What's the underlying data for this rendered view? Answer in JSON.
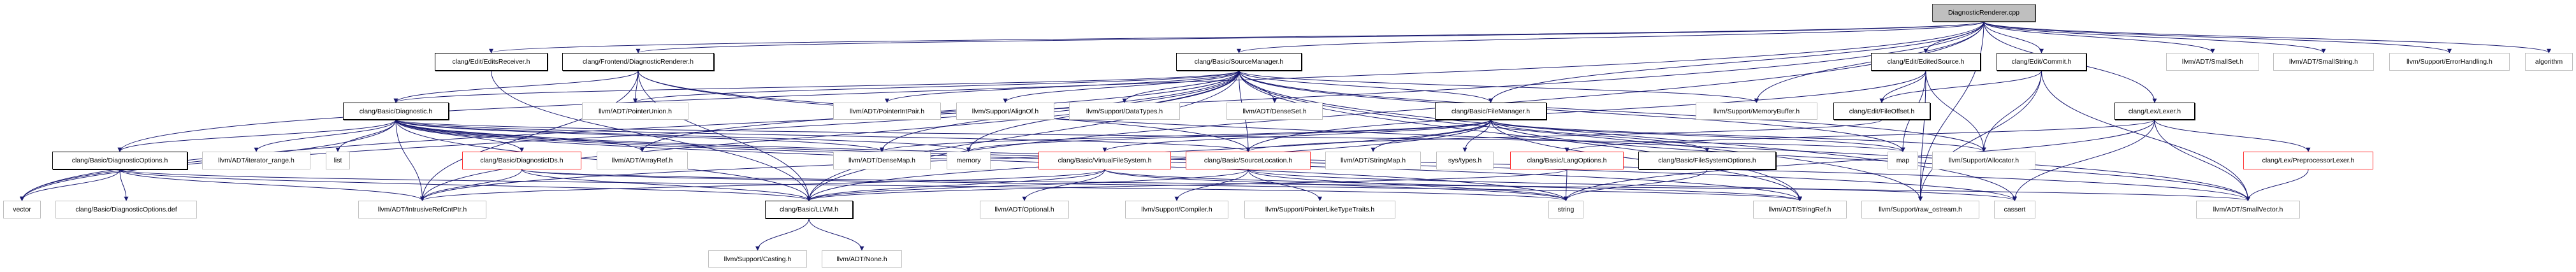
{
  "graph": {
    "edge_color": "#191970",
    "nodes": [
      {
        "id": "root",
        "label": "DiagnosticRenderer.cpp",
        "style": "root"
      },
      {
        "id": "editsreceiver",
        "label": "clang/Edit/EditsReceiver.h",
        "style": "documented"
      },
      {
        "id": "diagrenderer",
        "label": "clang/Frontend/DiagnosticRenderer.h",
        "style": "documented"
      },
      {
        "id": "sourcemanager",
        "label": "clang/Basic/SourceManager.h",
        "style": "documented"
      },
      {
        "id": "editedsource",
        "label": "clang/Edit/EditedSource.h",
        "style": "documented"
      },
      {
        "id": "commit",
        "label": "clang/Edit/Commit.h",
        "style": "documented"
      },
      {
        "id": "smallset",
        "label": "llvm/ADT/SmallSet.h",
        "style": "external"
      },
      {
        "id": "smallstring",
        "label": "llvm/ADT/SmallString.h",
        "style": "external"
      },
      {
        "id": "errorhandling",
        "label": "llvm/Support/ErrorHandling.h",
        "style": "external"
      },
      {
        "id": "algorithm",
        "label": "algorithm",
        "style": "external"
      },
      {
        "id": "diagnostic",
        "label": "clang/Basic/Diagnostic.h",
        "style": "documented"
      },
      {
        "id": "pointerunion",
        "label": "llvm/ADT/PointerUnion.h",
        "style": "external"
      },
      {
        "id": "pointerintpair",
        "label": "llvm/ADT/PointerIntPair.h",
        "style": "external"
      },
      {
        "id": "alignof",
        "label": "llvm/Support/AlignOf.h",
        "style": "external"
      },
      {
        "id": "datatypes",
        "label": "llvm/Support/DataTypes.h",
        "style": "external"
      },
      {
        "id": "denseset",
        "label": "llvm/ADT/DenseSet.h",
        "style": "external"
      },
      {
        "id": "filemanager",
        "label": "clang/Basic/FileManager.h",
        "style": "documented"
      },
      {
        "id": "memorybuffer",
        "label": "llvm/Support/MemoryBuffer.h",
        "style": "external"
      },
      {
        "id": "fileoffset",
        "label": "clang/Edit/FileOffset.h",
        "style": "documented"
      },
      {
        "id": "lexer",
        "label": "clang/Lex/Lexer.h",
        "style": "documented"
      },
      {
        "id": "diagoptions",
        "label": "clang/Basic/DiagnosticOptions.h",
        "style": "documented"
      },
      {
        "id": "iteratorrange",
        "label": "llvm/ADT/iterator_range.h",
        "style": "external"
      },
      {
        "id": "list",
        "label": "list",
        "style": "external"
      },
      {
        "id": "diagids",
        "label": "clang/Basic/DiagnosticIDs.h",
        "style": "red"
      },
      {
        "id": "arrayref",
        "label": "llvm/ADT/ArrayRef.h",
        "style": "external"
      },
      {
        "id": "densemap",
        "label": "llvm/ADT/DenseMap.h",
        "style": "external"
      },
      {
        "id": "memory",
        "label": "memory",
        "style": "external"
      },
      {
        "id": "vfs",
        "label": "clang/Basic/VirtualFileSystem.h",
        "style": "red"
      },
      {
        "id": "sourcelocation",
        "label": "clang/Basic/SourceLocation.h",
        "style": "red"
      },
      {
        "id": "stringmap",
        "label": "llvm/ADT/StringMap.h",
        "style": "external"
      },
      {
        "id": "systypes",
        "label": "sys/types.h",
        "style": "external"
      },
      {
        "id": "langoptions",
        "label": "clang/Basic/LangOptions.h",
        "style": "red"
      },
      {
        "id": "fsoptions",
        "label": "clang/Basic/FileSystemOptions.h",
        "style": "documented"
      },
      {
        "id": "map",
        "label": "map",
        "style": "external"
      },
      {
        "id": "allocator",
        "label": "llvm/Support/Allocator.h",
        "style": "external"
      },
      {
        "id": "pplexer",
        "label": "clang/Lex/PreprocessorLexer.h",
        "style": "red"
      },
      {
        "id": "vector",
        "label": "vector",
        "style": "external"
      },
      {
        "id": "diagoptionsdef",
        "label": "clang/Basic/DiagnosticOptions.def",
        "style": "external"
      },
      {
        "id": "intrusiverefcntptr",
        "label": "llvm/ADT/IntrusiveRefCntPtr.h",
        "style": "external"
      },
      {
        "id": "llvmh",
        "label": "clang/Basic/LLVM.h",
        "style": "documented"
      },
      {
        "id": "optional",
        "label": "llvm/ADT/Optional.h",
        "style": "external"
      },
      {
        "id": "compiler",
        "label": "llvm/Support/Compiler.h",
        "style": "external"
      },
      {
        "id": "pointerliketypetraits",
        "label": "llvm/Support/PointerLikeTypeTraits.h",
        "style": "external"
      },
      {
        "id": "string",
        "label": "string",
        "style": "external"
      },
      {
        "id": "stringref",
        "label": "llvm/ADT/StringRef.h",
        "style": "external"
      },
      {
        "id": "rawostream",
        "label": "llvm/Support/raw_ostream.h",
        "style": "external"
      },
      {
        "id": "cassert",
        "label": "cassert",
        "style": "external"
      },
      {
        "id": "smallvector",
        "label": "llvm/ADT/SmallVector.h",
        "style": "external"
      },
      {
        "id": "casting",
        "label": "llvm/Support/Casting.h",
        "style": "external"
      },
      {
        "id": "none",
        "label": "llvm/ADT/None.h",
        "style": "external"
      }
    ],
    "edges": [
      [
        "root",
        "editsreceiver"
      ],
      [
        "root",
        "diagrenderer"
      ],
      [
        "root",
        "sourcemanager"
      ],
      [
        "root",
        "diagoptions"
      ],
      [
        "root",
        "editedsource"
      ],
      [
        "root",
        "commit"
      ],
      [
        "root",
        "lexer"
      ],
      [
        "root",
        "smallset"
      ],
      [
        "root",
        "smallstring"
      ],
      [
        "root",
        "errorhandling"
      ],
      [
        "root",
        "algorithm"
      ],
      [
        "root",
        "memorybuffer"
      ],
      [
        "root",
        "filemanager"
      ],
      [
        "root",
        "rawostream"
      ],
      [
        "root",
        "vector"
      ],
      [
        "root",
        "llvmh"
      ],
      [
        "editsreceiver",
        "llvmh"
      ],
      [
        "diagrenderer",
        "diagnostic"
      ],
      [
        "diagrenderer",
        "pointerunion"
      ],
      [
        "diagrenderer",
        "llvmh"
      ],
      [
        "diagrenderer",
        "sourcelocation"
      ],
      [
        "diagrenderer",
        "intrusiverefcntptr"
      ],
      [
        "diagrenderer",
        "smallvector"
      ],
      [
        "diagnostic",
        "diagoptions"
      ],
      [
        "diagnostic",
        "iteratorrange"
      ],
      [
        "diagnostic",
        "list"
      ],
      [
        "diagnostic",
        "diagids"
      ],
      [
        "diagnostic",
        "arrayref"
      ],
      [
        "diagnostic",
        "densemap"
      ],
      [
        "diagnostic",
        "intrusiverefcntptr"
      ],
      [
        "diagnostic",
        "vector"
      ],
      [
        "diagnostic",
        "llvmh"
      ],
      [
        "diagnostic",
        "sourcelocation"
      ],
      [
        "diagnostic",
        "string"
      ],
      [
        "diagnostic",
        "smallvector"
      ],
      [
        "diagnostic",
        "stringref"
      ],
      [
        "diagnostic",
        "map"
      ],
      [
        "diagnostic",
        "memory"
      ],
      [
        "diagnostic",
        "cassert"
      ],
      [
        "diagoptions",
        "vector"
      ],
      [
        "diagoptions",
        "diagoptionsdef"
      ],
      [
        "diagoptions",
        "intrusiverefcntptr"
      ],
      [
        "diagoptions",
        "llvmh"
      ],
      [
        "diagoptions",
        "string"
      ],
      [
        "diagids",
        "intrusiverefcntptr"
      ],
      [
        "diagids",
        "llvmh"
      ],
      [
        "diagids",
        "stringref"
      ],
      [
        "diagids",
        "smallvector"
      ],
      [
        "llvmh",
        "casting"
      ],
      [
        "llvmh",
        "none"
      ],
      [
        "sourcemanager",
        "pointerintpair"
      ],
      [
        "sourcemanager",
        "alignof"
      ],
      [
        "sourcemanager",
        "datatypes"
      ],
      [
        "sourcemanager",
        "denseset"
      ],
      [
        "sourcemanager",
        "filemanager"
      ],
      [
        "sourcemanager",
        "memorybuffer"
      ],
      [
        "sourcemanager",
        "densemap"
      ],
      [
        "sourcemanager",
        "memory"
      ],
      [
        "sourcemanager",
        "sourcelocation"
      ],
      [
        "sourcemanager",
        "llvmh"
      ],
      [
        "sourcemanager",
        "diagnostic"
      ],
      [
        "sourcemanager",
        "intrusiverefcntptr"
      ],
      [
        "sourcemanager",
        "arrayref"
      ],
      [
        "sourcemanager",
        "pointerunion"
      ],
      [
        "sourcemanager",
        "map"
      ],
      [
        "sourcemanager",
        "allocator"
      ],
      [
        "sourcemanager",
        "vector"
      ],
      [
        "sourcemanager",
        "cassert"
      ],
      [
        "sourcemanager",
        "stringref"
      ],
      [
        "sourcemanager",
        "rawostream"
      ],
      [
        "filemanager",
        "stringmap"
      ],
      [
        "filemanager",
        "systypes"
      ],
      [
        "filemanager",
        "fsoptions"
      ],
      [
        "filemanager",
        "vfs"
      ],
      [
        "filemanager",
        "densemap"
      ],
      [
        "filemanager",
        "memory"
      ],
      [
        "filemanager",
        "llvmh"
      ],
      [
        "filemanager",
        "intrusiverefcntptr"
      ],
      [
        "filemanager",
        "allocator"
      ],
      [
        "filemanager",
        "map"
      ],
      [
        "filemanager",
        "stringref"
      ],
      [
        "filemanager",
        "smallvector"
      ],
      [
        "vfs",
        "optional"
      ],
      [
        "vfs",
        "llvmh"
      ],
      [
        "vfs",
        "intrusiverefcntptr"
      ],
      [
        "vfs",
        "string"
      ],
      [
        "vfs",
        "stringref"
      ],
      [
        "sourcelocation",
        "compiler"
      ],
      [
        "sourcelocation",
        "pointerliketypetraits"
      ],
      [
        "sourcelocation",
        "string"
      ],
      [
        "sourcelocation",
        "cassert"
      ],
      [
        "sourcelocation",
        "llvmh"
      ],
      [
        "langoptions",
        "string"
      ],
      [
        "langoptions",
        "llvmh"
      ],
      [
        "fsoptions",
        "string"
      ],
      [
        "editedsource",
        "fileoffset"
      ],
      [
        "editedsource",
        "map"
      ],
      [
        "editedsource",
        "allocator"
      ],
      [
        "editedsource",
        "rawostream"
      ],
      [
        "editedsource",
        "sourcelocation"
      ],
      [
        "commit",
        "fileoffset"
      ],
      [
        "commit",
        "allocator"
      ],
      [
        "commit",
        "smallvector"
      ],
      [
        "commit",
        "rawostream"
      ],
      [
        "fileoffset",
        "sourcelocation"
      ],
      [
        "lexer",
        "pplexer"
      ],
      [
        "lexer",
        "smallvector"
      ],
      [
        "lexer",
        "cassert"
      ],
      [
        "lexer",
        "langoptions"
      ],
      [
        "lexer",
        "string"
      ],
      [
        "pplexer",
        "smallvector"
      ]
    ]
  }
}
